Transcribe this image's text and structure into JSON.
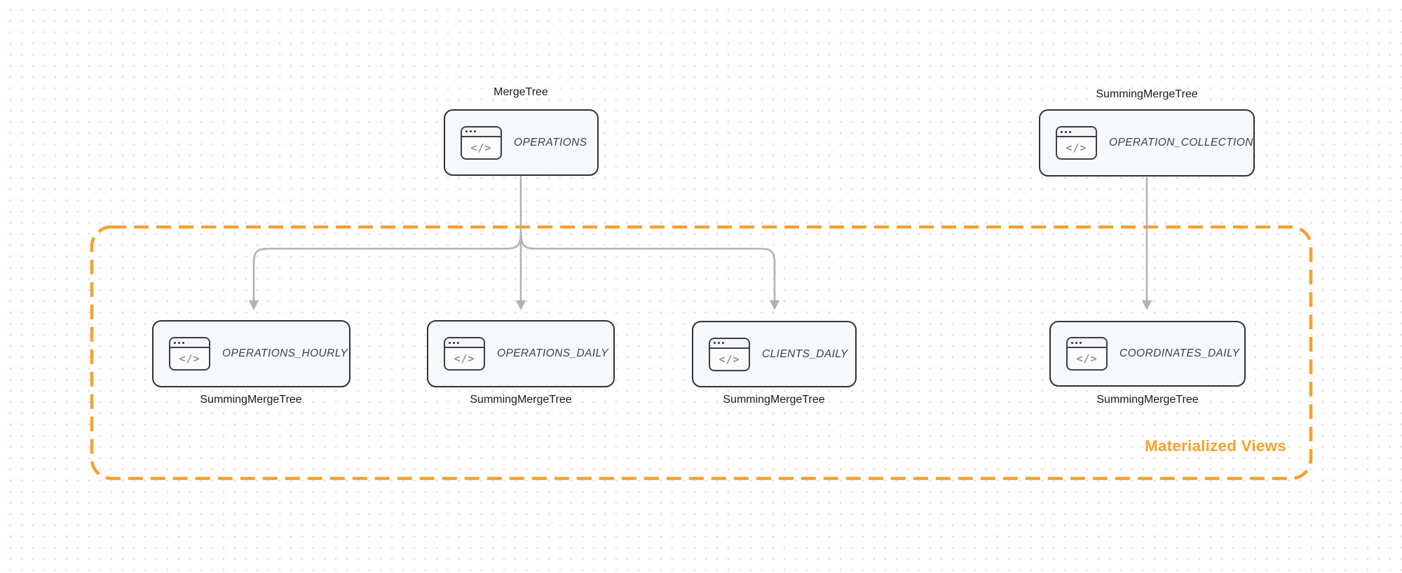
{
  "colors": {
    "accent_orange": "#f7a12c",
    "edge_gray": "#b2b2b2",
    "node_border": "#2e3338",
    "node_fill": "#f7f8f9"
  },
  "group": {
    "label": "Materialized Views"
  },
  "icon": {
    "name": "code-window-icon",
    "glyph": "</>"
  },
  "nodes": [
    {
      "id": "operations",
      "name": "OPERATIONS",
      "engine": "MergeTree",
      "engine_position": "above"
    },
    {
      "id": "operation_collection",
      "name": "OPERATION_COLLECTION",
      "engine": "SummingMergeTree",
      "engine_position": "above"
    },
    {
      "id": "operations_hourly",
      "name": "OPERATIONS_HOURLY",
      "engine": "SummingMergeTree",
      "engine_position": "below"
    },
    {
      "id": "operations_daily",
      "name": "OPERATIONS_DAILY",
      "engine": "SummingMergeTree",
      "engine_position": "below"
    },
    {
      "id": "clients_daily",
      "name": "CLIENTS_DAILY",
      "engine": "SummingMergeTree",
      "engine_position": "below"
    },
    {
      "id": "coordinates_daily",
      "name": "COORDINATES_DAILY",
      "engine": "SummingMergeTree",
      "engine_position": "below"
    }
  ],
  "edges": [
    {
      "from": "operations",
      "to": "operations_hourly"
    },
    {
      "from": "operations",
      "to": "operations_daily"
    },
    {
      "from": "operations",
      "to": "clients_daily"
    },
    {
      "from": "operation_collection",
      "to": "coordinates_daily"
    }
  ]
}
